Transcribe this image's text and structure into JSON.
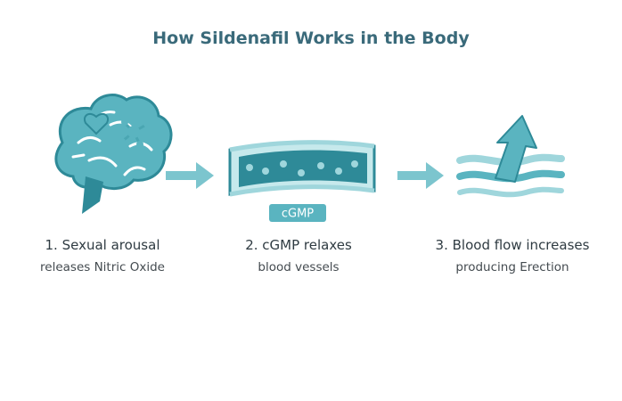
{
  "title": "How Sildenafil Works in the Body",
  "colors": {
    "teal_dark": "#2e8a98",
    "teal": "#5ab4c0",
    "teal_light": "#9fd6dc",
    "teal_pale": "#c6e9ec",
    "title": "#3a6a7a"
  },
  "steps": [
    {
      "title": "1. Sexual arousal",
      "subtitle": "releases Nitric Oxide",
      "icon": "brain-icon"
    },
    {
      "title": "2. cGMP relaxes",
      "subtitle": "blood vessels",
      "icon": "blood-vessel-icon",
      "badge": "cGMP"
    },
    {
      "title": "3. Blood flow increases",
      "subtitle": "producing Erection",
      "icon": "flow-up-arrow-icon"
    }
  ]
}
